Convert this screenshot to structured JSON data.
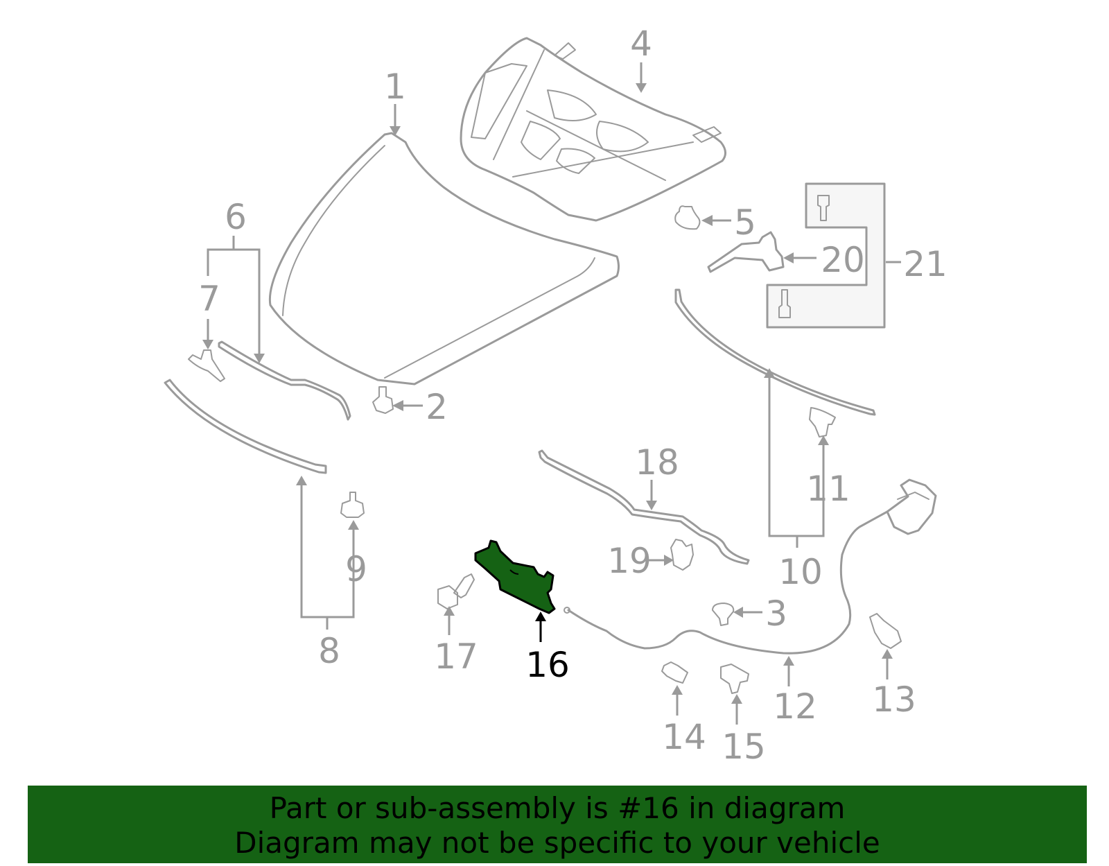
{
  "diagram": {
    "highlight_color": "#156214",
    "line_color": "#9a9a9a",
    "callouts": {
      "c1": "1",
      "c2": "2",
      "c3": "3",
      "c4": "4",
      "c5": "5",
      "c6": "6",
      "c7": "7",
      "c8": "8",
      "c9": "9",
      "c10": "10",
      "c11": "11",
      "c12": "12",
      "c13": "13",
      "c14": "14",
      "c15": "15",
      "c16": "16",
      "c17": "17",
      "c18": "18",
      "c19": "19",
      "c20": "20",
      "c21": "21"
    },
    "highlighted_part": "16"
  },
  "banner": {
    "line1": "Part or sub-assembly is #16 in diagram",
    "line2": "Diagram may not be specific to your vehicle",
    "background": "#156214"
  }
}
